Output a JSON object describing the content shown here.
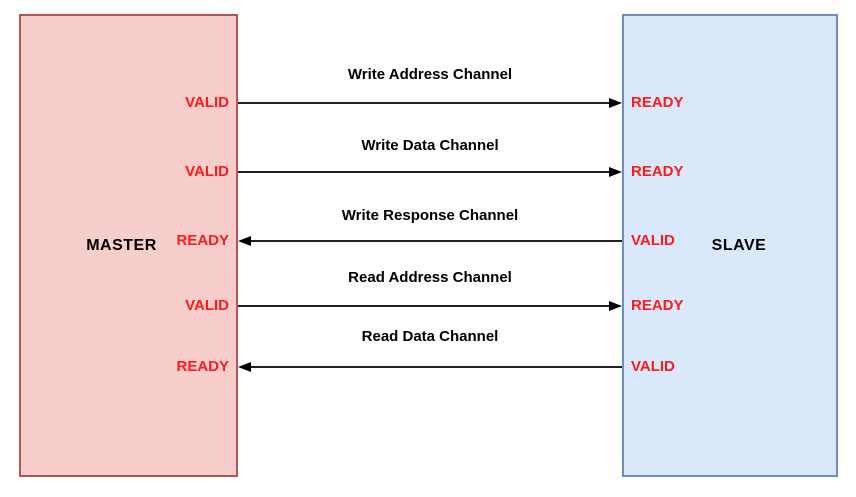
{
  "master": {
    "label": "MASTER"
  },
  "slave": {
    "label": "SLAVE"
  },
  "channels": [
    {
      "name": "Write Address Channel",
      "direction": "master-to-slave",
      "master_signal": "VALID",
      "slave_signal": "READY"
    },
    {
      "name": "Write Data Channel",
      "direction": "master-to-slave",
      "master_signal": "VALID",
      "slave_signal": "READY"
    },
    {
      "name": "Write Response Channel",
      "direction": "slave-to-master",
      "master_signal": "READY",
      "slave_signal": "VALID"
    },
    {
      "name": "Read Address Channel",
      "direction": "master-to-slave",
      "master_signal": "VALID",
      "slave_signal": "READY"
    },
    {
      "name": "Read Data Channel",
      "direction": "slave-to-master",
      "master_signal": "READY",
      "slave_signal": "VALID"
    }
  ],
  "colors": {
    "master_fill": "#F8CECC",
    "master_stroke": "#B85450",
    "slave_fill": "#DAE8FC",
    "slave_stroke": "#6C8EBF",
    "signal_text": "#FF1A1A",
    "channel_text": "#000000",
    "arrow": "#000000",
    "background": "#FFFFFF"
  }
}
